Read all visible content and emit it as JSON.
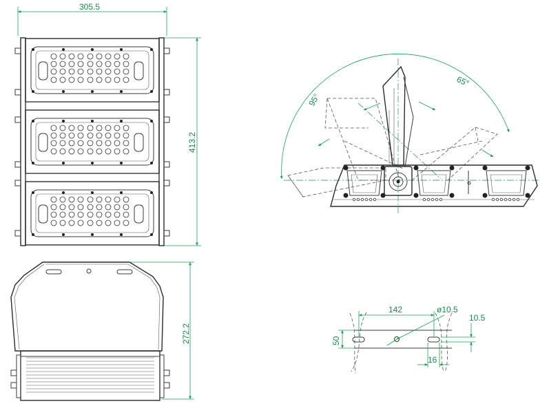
{
  "dimensions": {
    "front_width": "305.5",
    "front_height": "413.2",
    "side_height": "272.2",
    "tilt_angle_left": "95°",
    "tilt_angle_right": "65°",
    "slot_spacing": "142",
    "hole_diameter": "ø10.5",
    "slot_width": "10.5",
    "bracket_height": "50",
    "slot_length": "16"
  },
  "colors": {
    "line": "#3a3a3a",
    "dimension": "#1f9e55"
  }
}
